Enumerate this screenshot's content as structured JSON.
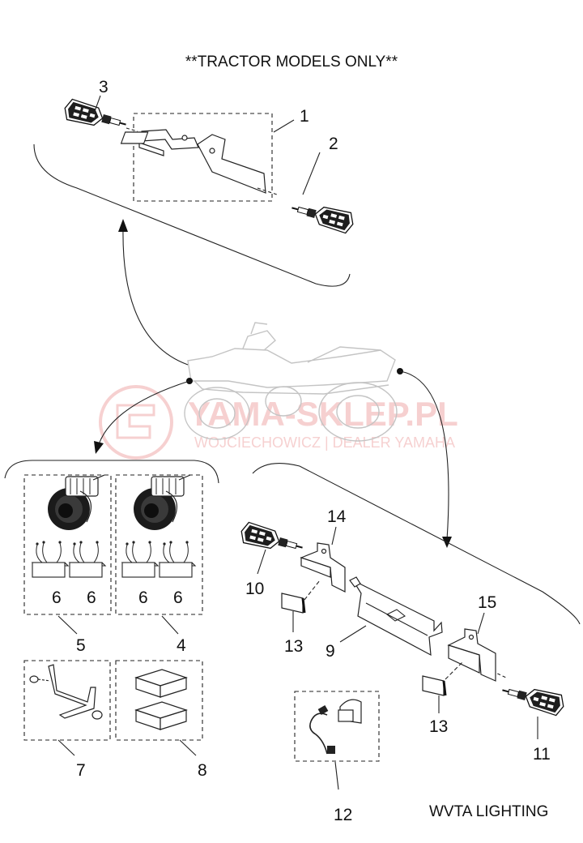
{
  "header": {
    "title": "**TRACTOR MODELS ONLY**"
  },
  "footer": {
    "caption": "WVTA LIGHTING"
  },
  "watermark": {
    "brand": "YAMA-SKLEP.PL",
    "subtitle": "WOJCIECHOWICZ | DEALER YAMAHA",
    "color": "#e25b5b"
  },
  "parts": {
    "p1": "1",
    "p2": "2",
    "p3": "3",
    "p4": "4",
    "p5": "5",
    "p6a": "6",
    "p6b": "6",
    "p6c": "6",
    "p6d": "6",
    "p7": "7",
    "p8": "8",
    "p9": "9",
    "p10": "10",
    "p11": "11",
    "p12": "12",
    "p13a": "13",
    "p13b": "13",
    "p14": "14",
    "p15": "15"
  }
}
